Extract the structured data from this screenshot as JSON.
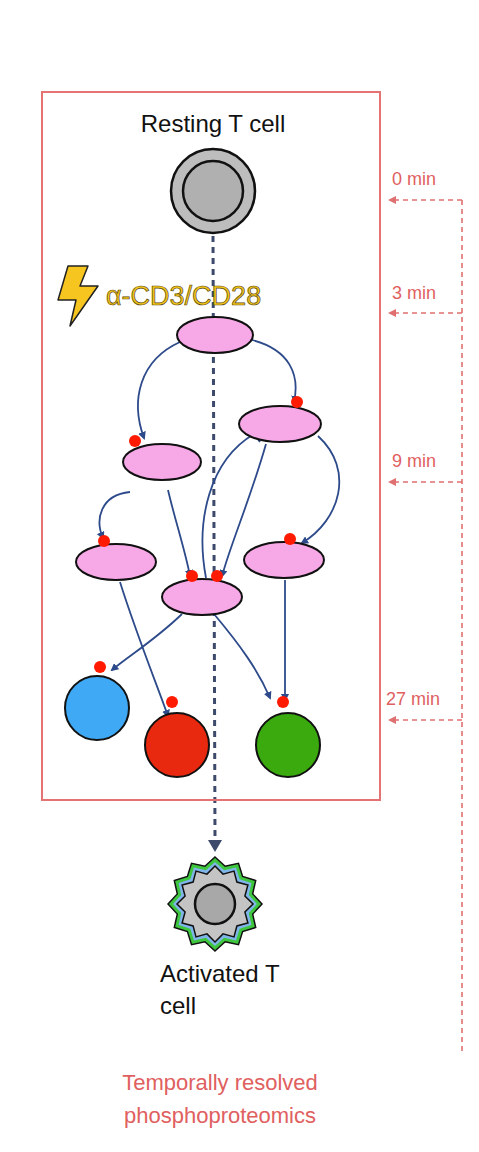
{
  "diagram": {
    "nodes": [
      {
        "text": [
          "Resting T cell"
        ]
      },
      {
        "text": [
          "Activated T cell"
        ]
      }
    ],
    "edges": [
      {
        "from": 0,
        "to": 1,
        "arrow": "to"
      }
    ],
    "labels": [
      "α-CD3/CD28",
      "0 min",
      "3 min",
      "9 min",
      "27 min",
      "Temporally resolved phosphoproteomics"
    ]
  }
}
